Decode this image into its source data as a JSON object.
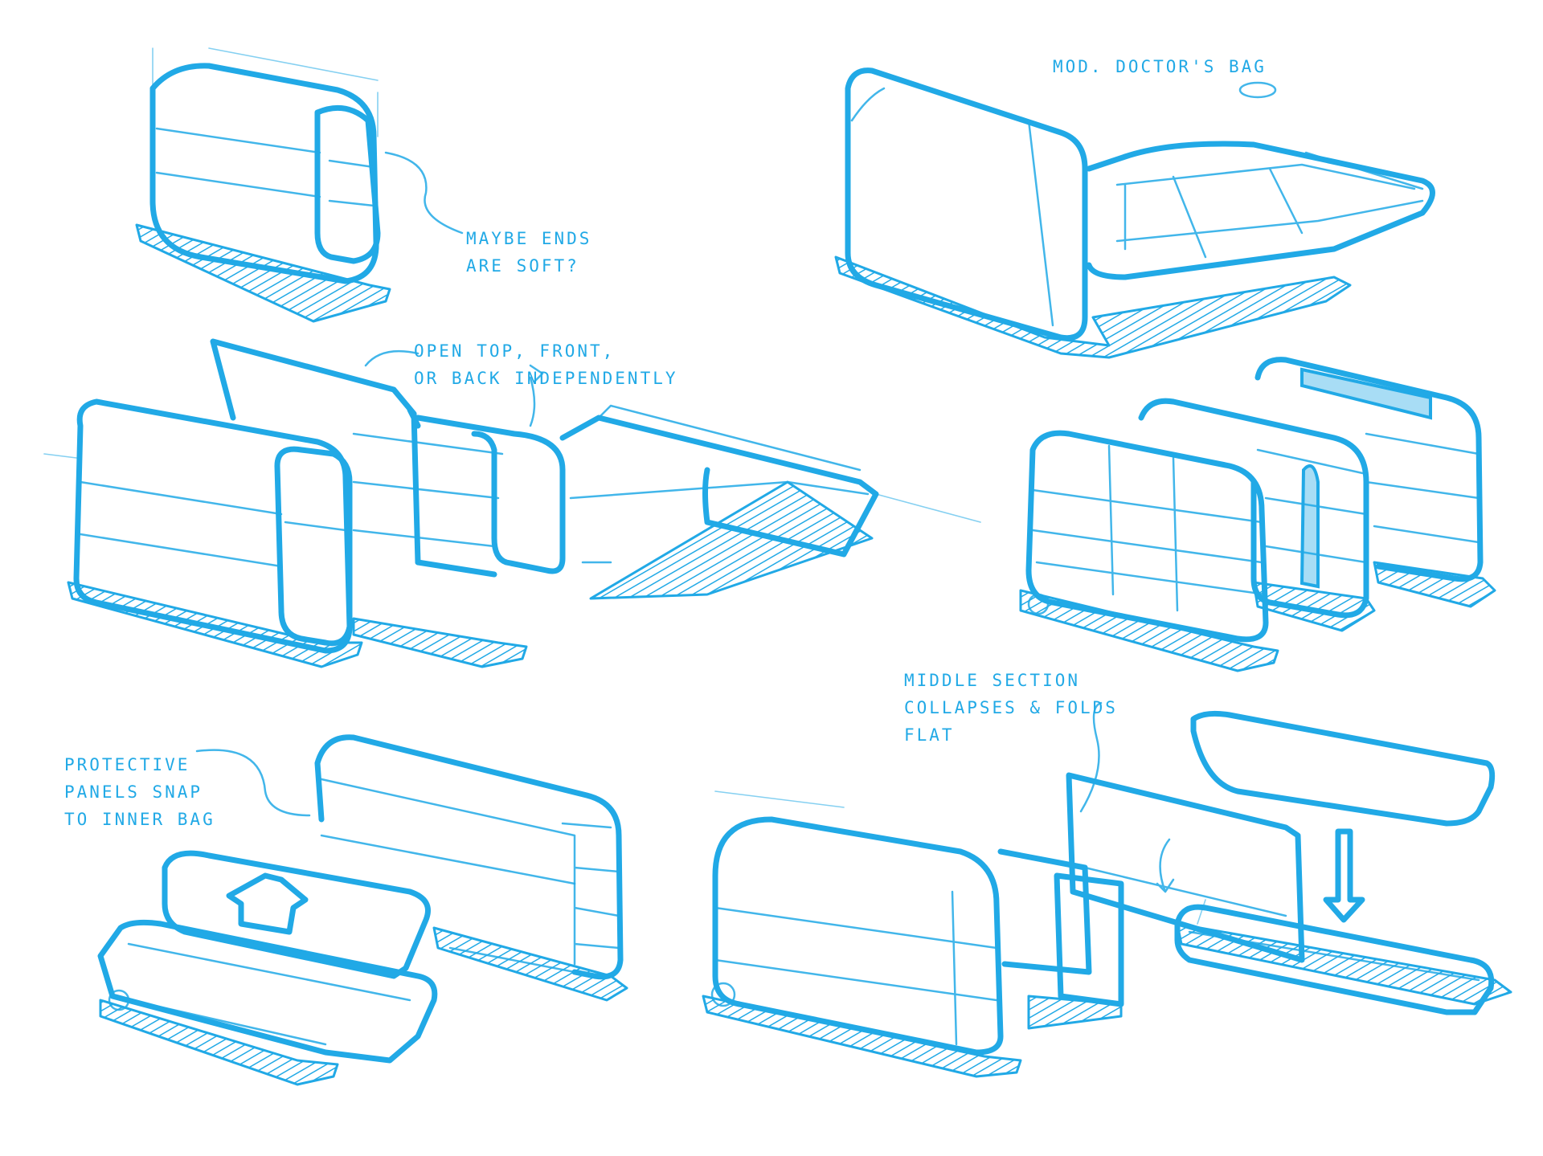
{
  "colors": {
    "ink": "#21a9e6",
    "ink_light": "#a8ddf5",
    "paper": "#ffffff"
  },
  "annotations": {
    "soft_ends": "MAYBE ENDS\nARE SOFT?",
    "doctors_bag": "MOD. DOCTOR'S BAG",
    "open_top": "OPEN TOP, FRONT,\nOR BACK INDEPENDENTLY",
    "protective_panels": "PROTECTIVE\nPANELS SNAP\nTO INNER BAG",
    "middle_section": "MIDDLE SECTION\nCOLLAPSES & FOLDS\nFLAT"
  }
}
